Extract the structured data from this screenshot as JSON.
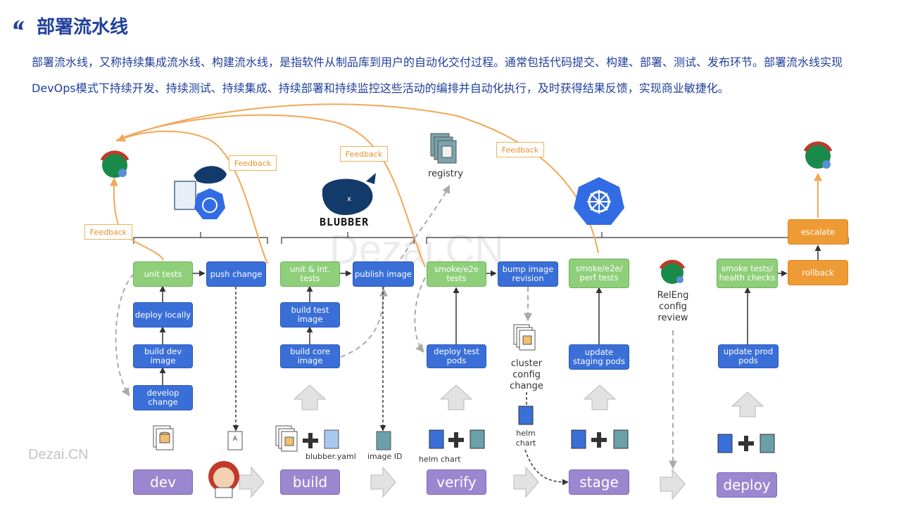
{
  "title": "部署流水线",
  "intro": "部署流水线，又称持续集成流水线、构建流水线，是指软件从制品库到用户的自动化交付过程。通常包括代码提交、构建、部署、测试、发布环节。部署流水线实现DevOps模式下持续开发、持续测试、持续集成、持续部署和持续监控这些活动的编排并自动化执行，及时获得结果反馈，实现商业敏捷化。",
  "watermark": "Dezai.CN",
  "watermark_center": "Dezai.CN",
  "feedback": [
    "Feedback",
    "Feedback",
    "Feedback",
    "Feedback"
  ],
  "dev": {
    "develop_change": "develop change",
    "build_dev_image": "build dev image",
    "deploy_locally": "deploy locally",
    "unit_tests": "unit tests",
    "push_change": "push change"
  },
  "build": {
    "build_core_image": "build core image",
    "build_test_image": "build test image",
    "unit_int_tests": "unit & int. tests",
    "publish_image": "publish image",
    "blubber_text": "BLUBBER",
    "blubber_yaml": "blubber.yaml",
    "image_id": "image ID"
  },
  "verify": {
    "deploy_test_pods": "deploy test pods",
    "smoke_tests": "smoke/e2e tests",
    "bump_image_revision": "bump image revision",
    "registry": "registry",
    "cluster_config_change": "cluster config change",
    "helm_chart_1": "helm chart",
    "helm_chart_2": "helm chart"
  },
  "stage": {
    "update_staging_pods": "update staging pods",
    "smoke_perf_tests": "smoke/e2e/ perf tests",
    "releng": "RelEng config review"
  },
  "deploy": {
    "update_prod_pods": "update prod pods",
    "smoke_health": "smoke tests/ health checks",
    "rollback": "rollback",
    "escalate": "escalate"
  },
  "stages": {
    "dev": "dev",
    "build": "build",
    "verify": "verify",
    "stage": "stage",
    "deploy": "deploy"
  },
  "colors": {
    "blue": "#3a6fd8",
    "green": "#8fcf7a",
    "orange": "#ef9b35",
    "purple": "#9b87cf",
    "feedback": "#f2a858"
  }
}
